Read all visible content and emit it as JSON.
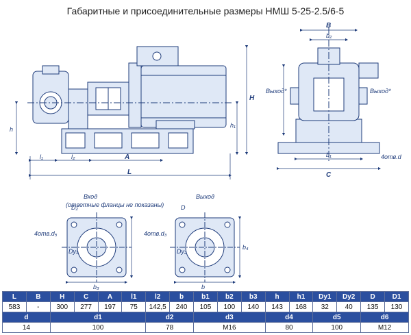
{
  "title": "Габаритные и присоединительные размеры НМШ 5-25-2.5/6-5",
  "side_view": {
    "dims": {
      "L": "L",
      "l1": "l₁",
      "l2": "l₂",
      "A": "A",
      "h": "h",
      "h1": "h₁",
      "H": "H"
    }
  },
  "end_view": {
    "dims": {
      "B": "B",
      "b2": "b₂",
      "b1": "b₁",
      "C": "C",
      "holes": "4отв.d"
    },
    "outlet_left": "Выход*",
    "outlet_right": "Выход*"
  },
  "flange_in": {
    "caption_1": "Вход",
    "caption_2": "(ответные фланцы не показаны)",
    "dims": {
      "holes": "4отв.d₅",
      "D2": "D₂",
      "Dy1": "Dy₁",
      "b3": "b₃"
    }
  },
  "flange_out": {
    "caption": "Выход",
    "dims": {
      "holes": "4отв.d₃",
      "D": "D",
      "Dy2": "Dy₂",
      "b": "b",
      "b4": "b₄"
    }
  },
  "table": {
    "row1_headers": [
      "L",
      "B",
      "H",
      "C",
      "A",
      "l1",
      "l2",
      "b",
      "b1",
      "b2",
      "b3",
      "h",
      "h1",
      "Dy1",
      "Dy2",
      "D",
      "D1"
    ],
    "row1_values": [
      "583",
      "-",
      "300",
      "277",
      "197",
      "75",
      "142,5",
      "240",
      "105",
      "100",
      "140",
      "143",
      "168",
      "32",
      "40",
      "135",
      "130"
    ],
    "row2_headers": [
      "d",
      "d1",
      "d2",
      "d3",
      "d4",
      "d5",
      "d6"
    ],
    "row2_values": [
      "14",
      "100",
      "78",
      "M16",
      "80",
      "100",
      "M12"
    ]
  },
  "colors": {
    "line": "#1e3b7a",
    "fill": "#dfe8f6",
    "header_bg": "#2b4f9f"
  }
}
